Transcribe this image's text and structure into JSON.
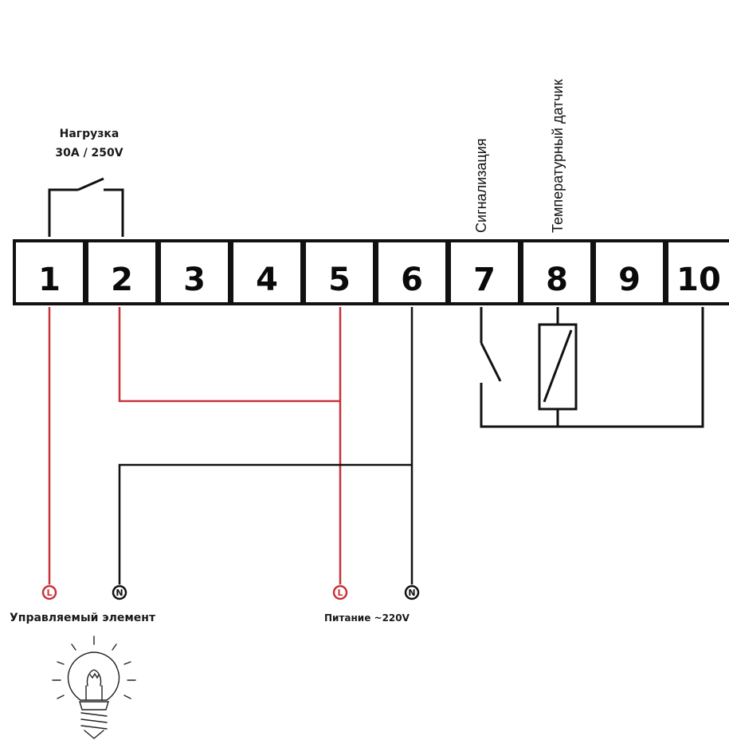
{
  "colors": {
    "background": "#ffffff",
    "wire_black": "#111111",
    "wire_red": "#c8323a",
    "terminal_red": "#c8323a"
  },
  "terminals": [
    "1",
    "2",
    "3",
    "4",
    "5",
    "6",
    "7",
    "8",
    "9",
    "10"
  ],
  "load": {
    "title": "Нагрузка",
    "rating": "30A / 250V"
  },
  "vertical_labels": {
    "alarm": "Сигнализация",
    "sensor": "Температурный датчик"
  },
  "connectors": {
    "device_L": "L",
    "device_N": "N",
    "power_L": "L",
    "power_N": "N"
  },
  "bottom_labels": {
    "controlled": "Управляемый элемент",
    "power": "Питание ~220V"
  },
  "icons": {
    "switch": "switch-contact-icon",
    "sensor": "resistor-sensor-icon",
    "bulb": "light-bulb-icon"
  }
}
